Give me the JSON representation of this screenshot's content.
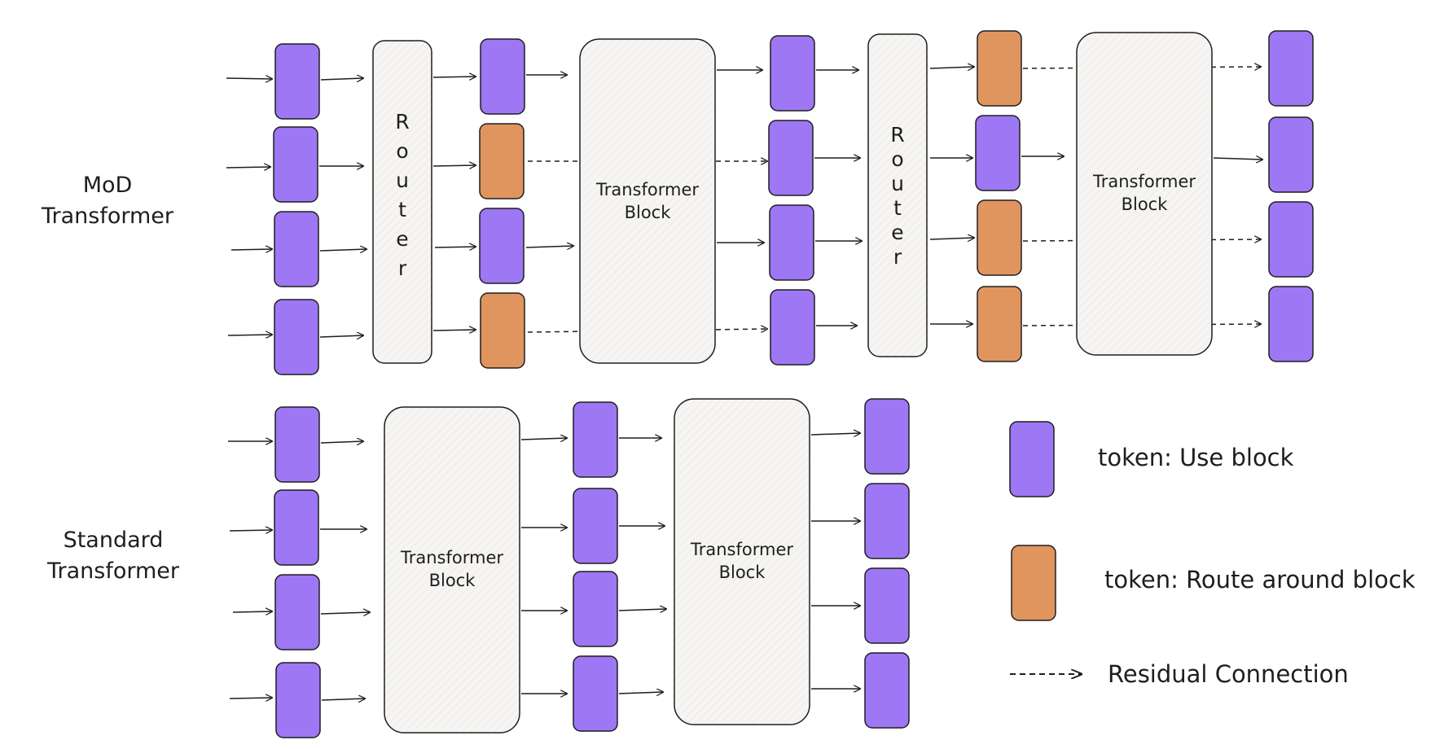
{
  "labels": {
    "mod_line1": "MoD",
    "mod_line2": "Transformer",
    "std_line1": "Standard",
    "std_line2": "Transformer"
  },
  "blocks": {
    "transformer_line1": "Transformer",
    "transformer_line2": "Block",
    "router": "Router"
  },
  "legend": {
    "use_block": "token: Use block",
    "route_around": "token: Route around block",
    "residual": "Residual Connection"
  },
  "colors": {
    "token_use": "#9d77f4",
    "token_route": "#e0955f",
    "block_fill": "#f6f5f3",
    "stroke": "#1e1e1e"
  },
  "mod_token_states": {
    "input": [
      "use",
      "use",
      "use",
      "use"
    ],
    "after_router_1": [
      "use",
      "route",
      "use",
      "route"
    ],
    "after_block_1": [
      "use",
      "use",
      "use",
      "use"
    ],
    "after_router_2": [
      "route",
      "use",
      "route",
      "route"
    ],
    "output": [
      "use",
      "use",
      "use",
      "use"
    ]
  }
}
